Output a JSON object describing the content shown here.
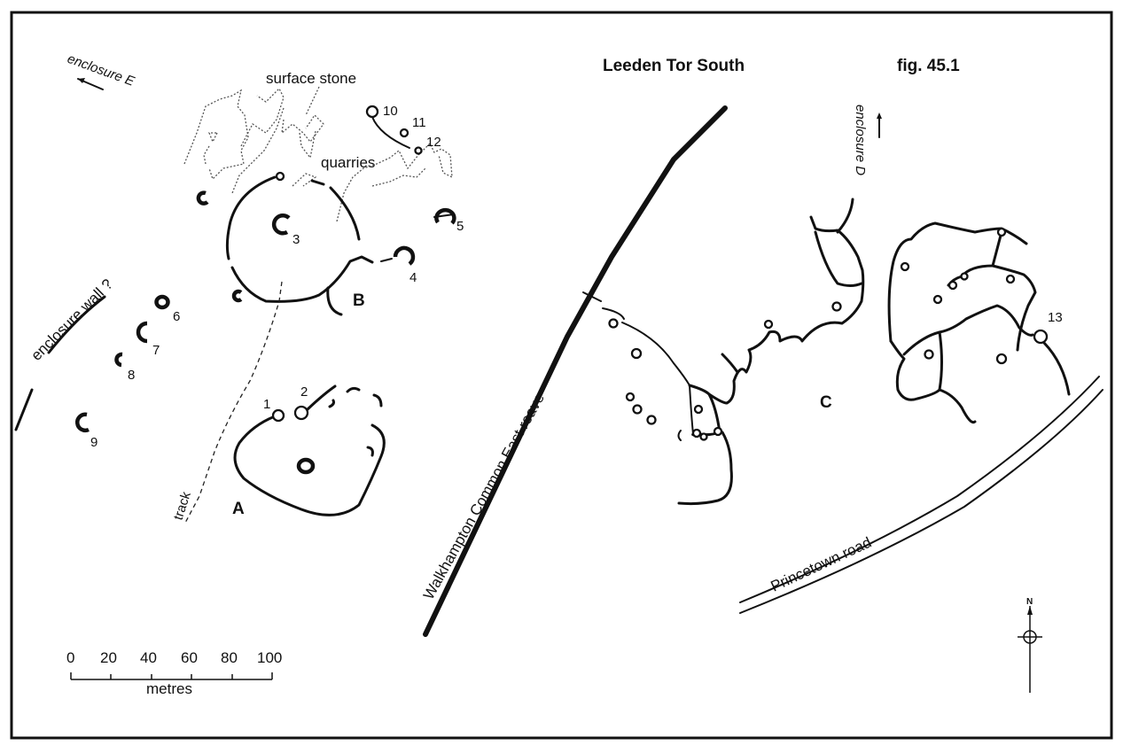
{
  "title": "Leeden Tor South",
  "figure": "fig. 45.1",
  "labels": {
    "surface_stone": "surface stone",
    "quarries": "quarries",
    "enclosure_e": "enclosure E",
    "enclosure_d": "enclosure D",
    "enclosure_wall": "enclosure  wall ?",
    "track": "track",
    "reave": "Walkhampton Common East reave",
    "road": "Princetown  road",
    "enclosure_a": "A",
    "enclosure_b": "B",
    "enclosure_c": "C"
  },
  "hut_numbers": [
    "1",
    "2",
    "3",
    "4",
    "5",
    "6",
    "7",
    "8",
    "9",
    "10",
    "11",
    "12",
    "13"
  ],
  "scale": {
    "ticks": [
      "0",
      "20",
      "40",
      "60",
      "80",
      "100"
    ],
    "unit": "metres"
  },
  "north": "N"
}
